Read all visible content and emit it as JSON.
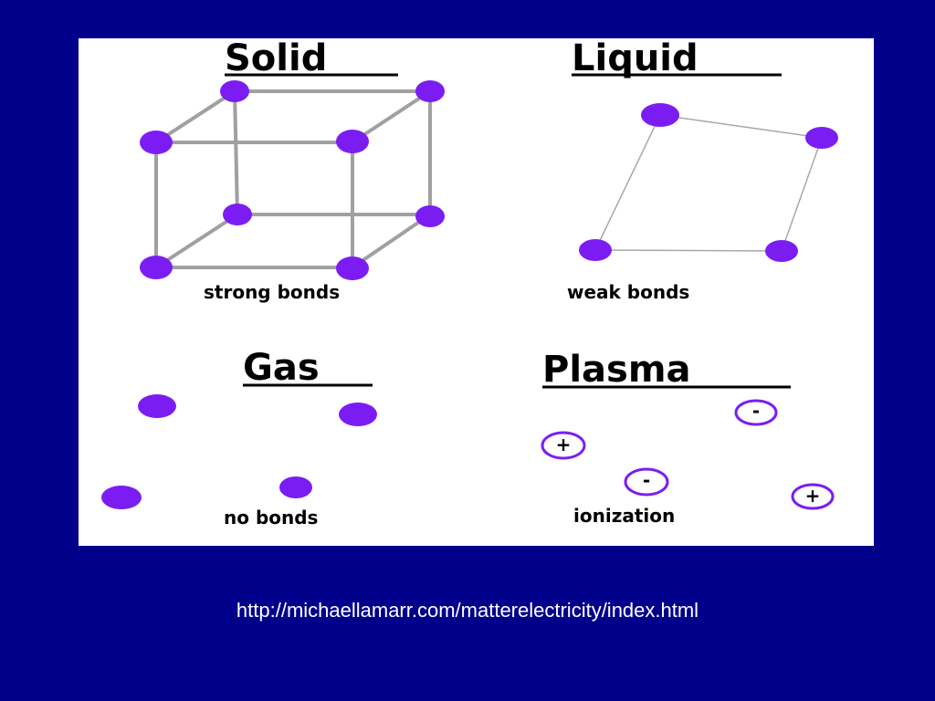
{
  "panels": {
    "solid": {
      "title": "Solid",
      "caption": "strong bonds"
    },
    "liquid": {
      "title": "Liquid",
      "caption": "weak bonds"
    },
    "gas": {
      "title": "Gas",
      "caption": "no bonds"
    },
    "plasma": {
      "title": "Plasma",
      "caption": "ionization",
      "ions": [
        "-",
        "+",
        "-",
        "+"
      ]
    }
  },
  "source_url": "http://michaellamarr.com/matterelectricity/index.html",
  "colors": {
    "background": "#00008b",
    "particle": "#7b1df2",
    "bond": "#a0a0a0"
  }
}
